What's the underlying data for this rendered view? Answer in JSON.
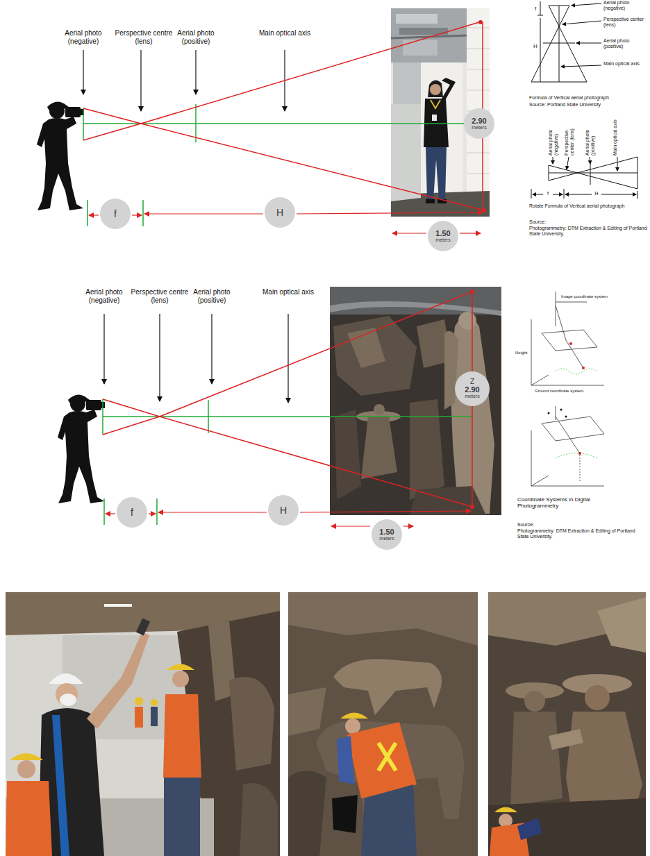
{
  "diagram": {
    "nodes": [
      {
        "text": [
          "2.90",
          "meters"
        ]
      },
      {
        "text": [
          "f"
        ]
      },
      {
        "text": [
          "H"
        ]
      },
      {
        "text": [
          "1.50",
          "meters"
        ]
      },
      {
        "text": [
          "Z",
          "2.90",
          "meters"
        ]
      },
      {
        "text": [
          "f"
        ]
      },
      {
        "text": [
          "H"
        ]
      },
      {
        "text": [
          "1.50",
          "meters"
        ]
      }
    ],
    "labels": [
      "Aerial photo (negative)",
      "Perspective centre (lens)",
      "Aerial photo (positive)",
      "Main optical axis",
      "f",
      "H",
      "Aerial photo (negative)",
      "Perspective center (lens)",
      "Aerial photo (positive)",
      "Main optical axis",
      "Formula of Vertical aerial photograph",
      "Source: Portland State University",
      "Aerial photo (negative)",
      "Perspective center (lens)",
      "Aerial photo (positive)",
      "Main optical axis",
      "f",
      "H",
      "Rotate Formula of Vertical aerial photograph",
      "Source:",
      "Photogrammetry: DTM Extraction & Editing of Portland State University.",
      "Aerial photo (negative)",
      "Perspective centre (lens)",
      "Aerial photo (positive)",
      "Main optical axis",
      "Image coordinate system",
      "Height",
      "Ground coordinate system",
      "Coordinate Systems in Digital Photogrammetry",
      "Source:",
      "Photogrammetry: DTM Extraction & Editing of Portland State University."
    ]
  }
}
